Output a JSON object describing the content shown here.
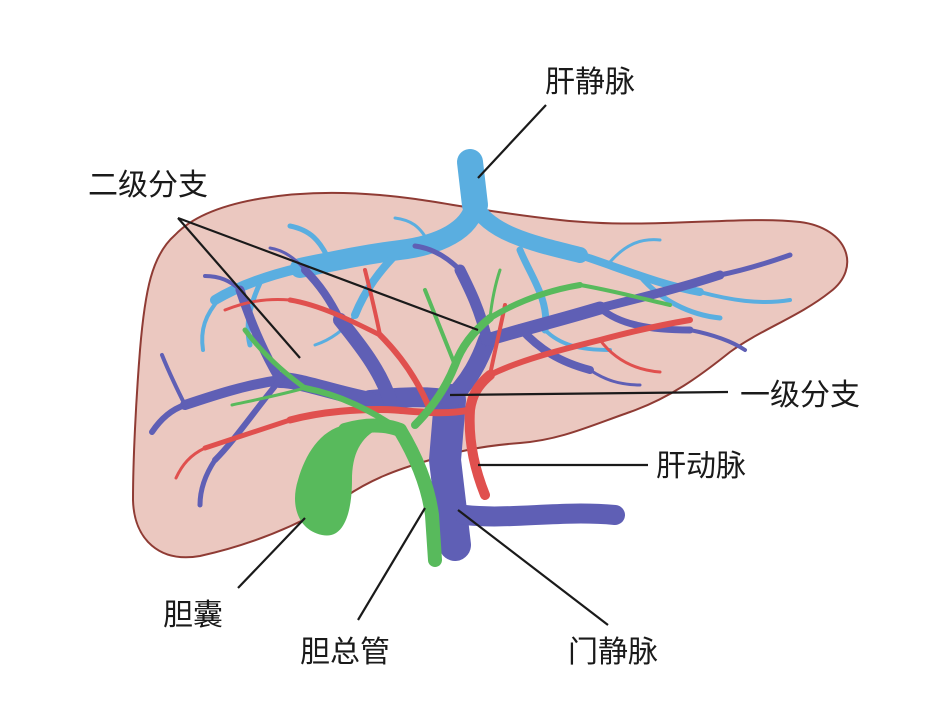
{
  "labels": {
    "hepatic_vein": "肝静脉",
    "secondary_branch": "二级分支",
    "primary_branch": "一级分支",
    "hepatic_artery": "肝动脉",
    "gallbladder": "胆囊",
    "common_bile_duct": "胆总管",
    "portal_vein": "门静脉"
  },
  "colors": {
    "liver_fill": "#ebc8c0",
    "liver_outline": "#8f3b34",
    "portal_vein": "#5f5fb5",
    "hepatic_vein": "#5aaee0",
    "hepatic_artery": "#e0504e",
    "bile_duct": "#58ba5c"
  }
}
